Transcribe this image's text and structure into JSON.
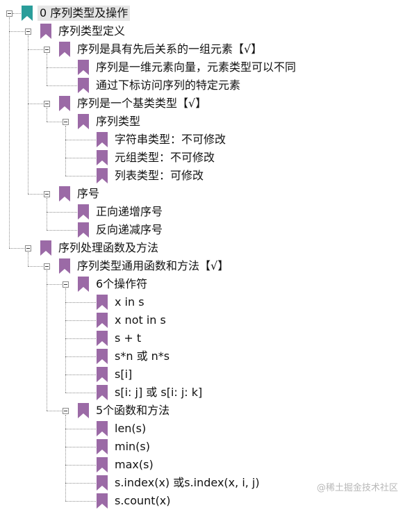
{
  "colors": {
    "root_bookmark": "#2a9d9a",
    "bookmark": "#9b6aa6",
    "root_highlight": "#e6e6e6"
  },
  "icons": {
    "bookmark": "bookmark-icon",
    "toggle": "collapse-toggle-icon"
  },
  "tree": [
    {
      "label": "0 序列类型及操作",
      "depth": 0,
      "toggle": true,
      "root": true
    },
    {
      "label": "序列类型定义",
      "depth": 1,
      "toggle": true
    },
    {
      "label": "序列是具有先后关系的一组元素【√】",
      "depth": 2,
      "toggle": true
    },
    {
      "label": "序列是一维元素向量，元素类型可以不同",
      "depth": 3,
      "toggle": false
    },
    {
      "label": "通过下标访问序列的特定元素",
      "depth": 3,
      "toggle": false
    },
    {
      "label": "序列是一个基类类型【√】",
      "depth": 2,
      "toggle": true
    },
    {
      "label": "序列类型",
      "depth": 3,
      "toggle": true
    },
    {
      "label": "字符串类型：不可修改",
      "depth": 4,
      "toggle": false
    },
    {
      "label": "元组类型：不可修改",
      "depth": 4,
      "toggle": false
    },
    {
      "label": "列表类型：可修改",
      "depth": 4,
      "toggle": false
    },
    {
      "label": "序号",
      "depth": 2,
      "toggle": true
    },
    {
      "label": "正向递增序号",
      "depth": 3,
      "toggle": false
    },
    {
      "label": "反向递减序号",
      "depth": 3,
      "toggle": false
    },
    {
      "label": "序列处理函数及方法",
      "depth": 1,
      "toggle": true
    },
    {
      "label": "序列类型通用函数和方法【√】",
      "depth": 2,
      "toggle": true
    },
    {
      "label": "6个操作符",
      "depth": 3,
      "toggle": true
    },
    {
      "label": "x in s",
      "depth": 4,
      "toggle": false
    },
    {
      "label": "x not in s",
      "depth": 4,
      "toggle": false
    },
    {
      "label": "s + t",
      "depth": 4,
      "toggle": false
    },
    {
      "label": "s*n 或 n*s",
      "depth": 4,
      "toggle": false
    },
    {
      "label": "s[i]",
      "depth": 4,
      "toggle": false
    },
    {
      "label": "s[i: j] 或 s[i: j: k]",
      "depth": 4,
      "toggle": false
    },
    {
      "label": "5个函数和方法",
      "depth": 3,
      "toggle": true
    },
    {
      "label": "len(s)",
      "depth": 4,
      "toggle": false
    },
    {
      "label": "min(s)",
      "depth": 4,
      "toggle": false
    },
    {
      "label": "max(s)",
      "depth": 4,
      "toggle": false
    },
    {
      "label": "s.index(x) 或s.index(x, i, j)",
      "depth": 4,
      "toggle": false
    },
    {
      "label": "s.count(x)",
      "depth": 4,
      "toggle": false
    }
  ],
  "watermark": "@稀土掘金技术社区"
}
